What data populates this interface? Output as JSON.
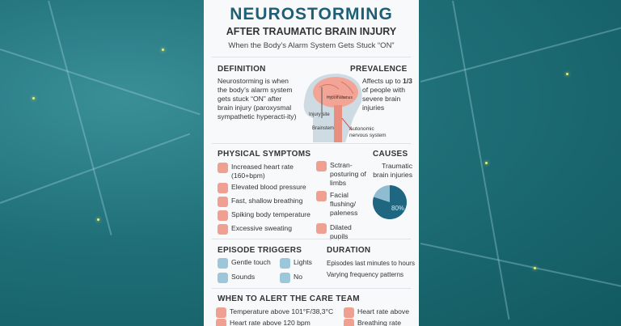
{
  "header": {
    "title": "NEUROSTORMING",
    "subtitle": "AFTER TRAUMATIC BRAIN INJURY",
    "tagline": "When the Body’s Alarm System Gets Stuck “ON”"
  },
  "definition": {
    "heading": "DEFINITION",
    "text": "Neurostorming is when the body’s alarm system gets stuck “ON” after brain injury (paroxysmal sympathetic hyperacti-ity)"
  },
  "brain_labels": {
    "top": "Hypothalamus",
    "injury": "Injury site",
    "brainstem": "Brainstem",
    "ans": "Autonomic nervous system"
  },
  "prevalence": {
    "heading": "PREVALENCE",
    "pre": "Affects up to",
    "value": "1/3",
    "post": "of people with severe brain injuries"
  },
  "symptoms": {
    "heading": "PHYSICAL SYMPTOMS",
    "left": [
      {
        "icon": "heart-icon",
        "label": "Increased heart rate (160+bpm)"
      },
      {
        "icon": "blood-pressure-icon",
        "label": "Elevated blood pressure"
      },
      {
        "icon": "lungs-icon",
        "label": "Fast, shallow breathing"
      },
      {
        "icon": "thermometer-icon",
        "label": "Spiking body temperature"
      },
      {
        "icon": "droplet-icon",
        "label": "Excessive sweating"
      }
    ],
    "right": [
      {
        "icon": "posture-icon",
        "label": "Sctran-posturing of limbs"
      },
      {
        "icon": "face-icon",
        "label": "Facial flushing/ paleness"
      },
      {
        "icon": "eye-icon",
        "label": "Dilated pupils"
      }
    ]
  },
  "causes": {
    "heading": "CAUSES",
    "label": "Traumatic brain injuries",
    "percent_label": "80%",
    "percent": 80,
    "colors": {
      "main": "#1f6680",
      "rest": "#8fbcd0"
    }
  },
  "triggers": {
    "heading": "EPISODE TRIGGERS",
    "items": [
      {
        "icon": "hand-icon",
        "label": "Gentle touch"
      },
      {
        "icon": "lightbulb-icon",
        "label": "Lights"
      },
      {
        "icon": "speaker-icon",
        "label": "Sounds"
      },
      {
        "icon": "glasses-icon",
        "label": "No"
      }
    ]
  },
  "duration": {
    "heading": "DURATION",
    "lines": [
      "Episodes last minutes to hours",
      "Varying frequency patterns"
    ]
  },
  "alert": {
    "heading": "WHEN TO ALERT THE CARE TEAM",
    "items": [
      {
        "icon": "thermometer-icon",
        "label": "Temperature above 101°F/38,3°C"
      },
      {
        "icon": "heart-icon",
        "label": "Heart rate above"
      },
      {
        "icon": "heart-rate-icon",
        "label": "Heart rate above 120 bpm"
      },
      {
        "icon": "lungs-icon",
        "label": "Breathing rate"
      }
    ]
  }
}
